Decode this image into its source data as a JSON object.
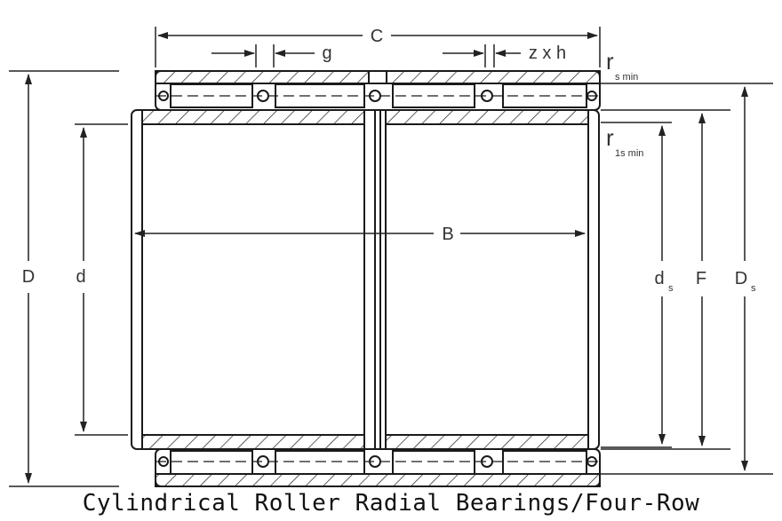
{
  "labels": {
    "C": "C",
    "g": "g",
    "zxh": "z x h",
    "r_s": "r",
    "r_s_sub": "s min",
    "r_1s": "r",
    "r_1s_sub": "1s min",
    "B": "B",
    "D": "D",
    "d": "d",
    "d_s": "d",
    "d_s_sub": "s",
    "F": "F",
    "D_s": "D",
    "D_s_sub": "s"
  },
  "caption": "Cylindrical Roller Radial Bearings/Four-Row",
  "colors": {
    "line": "#1a1a1a",
    "dim": "#222222",
    "text": "#333333"
  }
}
